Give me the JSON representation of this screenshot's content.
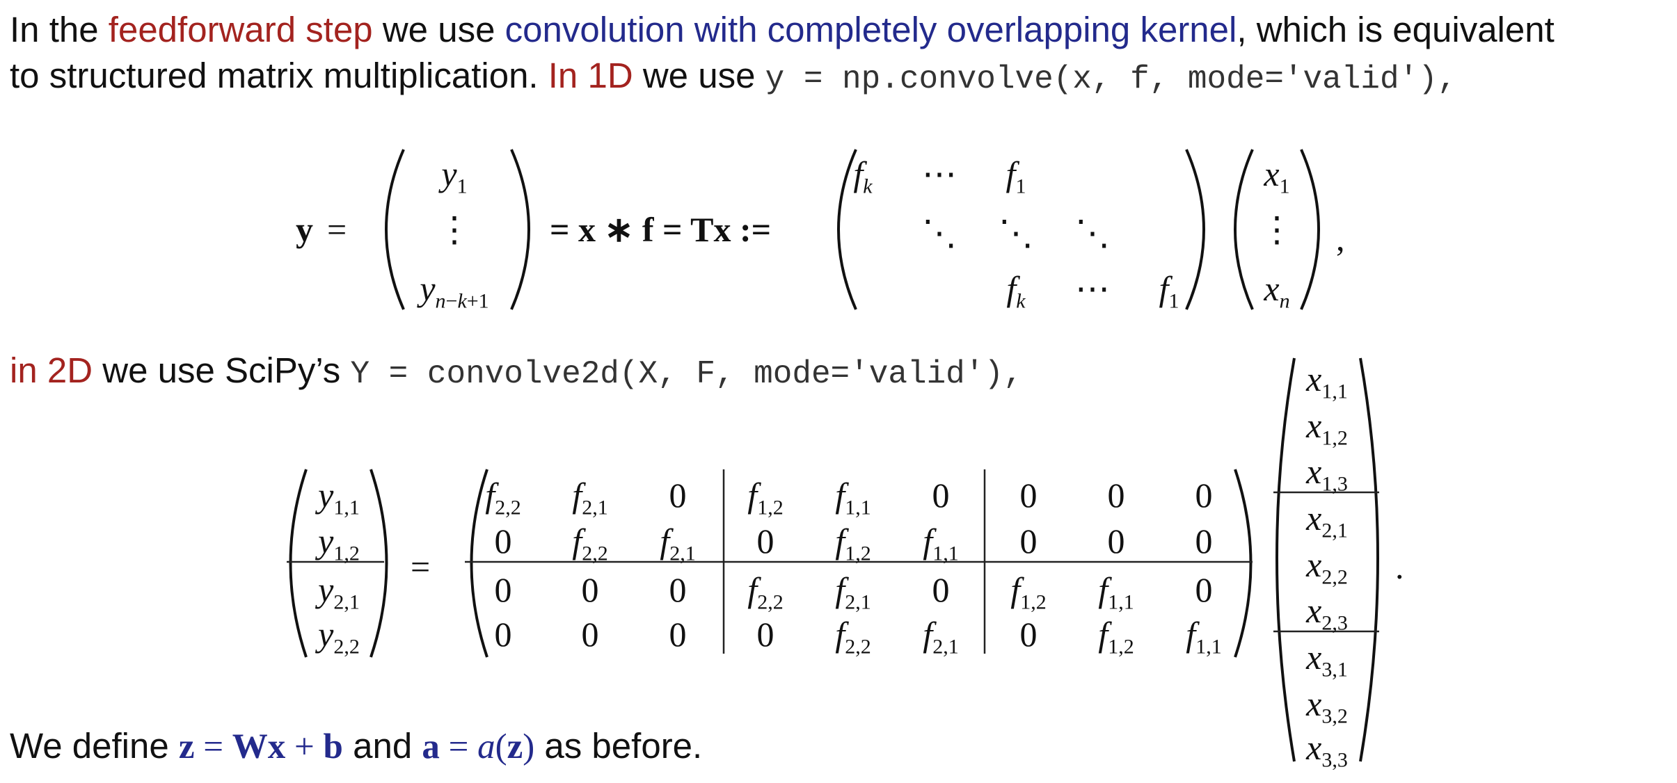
{
  "line1": {
    "p1": "In the ",
    "p2": "feedforward step",
    "p3": " we use ",
    "p4": "convolution with completely overlapping kernel",
    "p5": ", which is equivalent"
  },
  "line2": {
    "p1": "to structured matrix multiplication. ",
    "p2": "In 1D",
    "p3": " we use ",
    "code": "y = np.convolve(x, f, mode='valid'),"
  },
  "line3": {
    "p1": "in 2D",
    "p2": " we use SciPy’s ",
    "code": "Y = convolve2d(X, F, mode='valid'),"
  },
  "line4": {
    "p1": "We define ",
    "z": "z",
    "eq1": " = ",
    "W": "W",
    "x": "x",
    "plus": " + ",
    "b": "b",
    "p2": " and ",
    "a": "a",
    "eq2": " = ",
    "a_fn": "a",
    "lparen": "(",
    "z2": "z",
    "rparen": ")",
    "p3": " as before."
  },
  "eq1d": {
    "y_bold": "y",
    "eq": "=",
    "mid": "= x ∗ f = Tx :=",
    "comma": ","
  },
  "eq2d": {
    "eq": "=",
    "period": "."
  }
}
